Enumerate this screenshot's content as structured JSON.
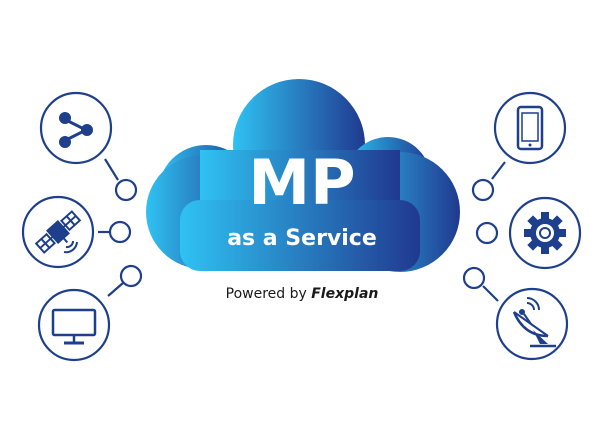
{
  "cloud": {
    "title": "MP",
    "subtitle": "as a Service",
    "gradient_start": "#2fc2f2",
    "gradient_end": "#20398f"
  },
  "footer": {
    "powered_label": "Powered by",
    "brand": "Flexplan"
  },
  "colors": {
    "line": "#1e3f8c",
    "icon": "#1e3f8c"
  },
  "icons": {
    "left": [
      "share-icon",
      "satellite-icon",
      "monitor-icon"
    ],
    "right": [
      "tablet-icon",
      "gear-icon",
      "satellite-dish-icon"
    ]
  }
}
